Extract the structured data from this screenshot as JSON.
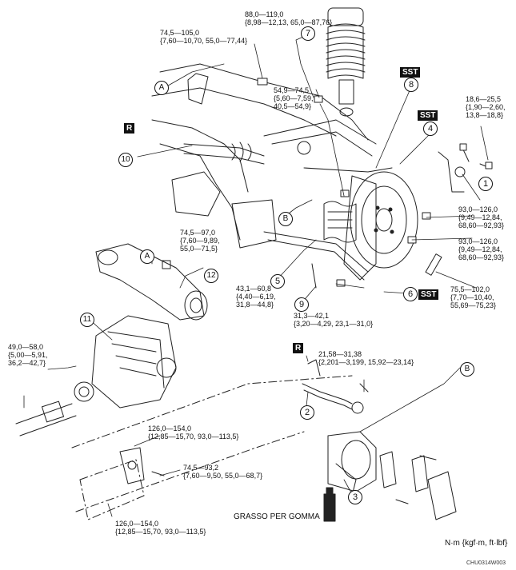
{
  "torques": [
    {
      "id": "t1",
      "text": "88,0—119,0\n{8,98—12,13, 65,0—87,76}"
    },
    {
      "id": "t2",
      "text": "74,5—105,0\n{7,60—10,70, 55,0—77,44}"
    },
    {
      "id": "t3",
      "text": "54,9—74,5\n{5,60—7,59,\n40,5—54,9}"
    },
    {
      "id": "t4",
      "text": "18,6—25,5\n{1,90—2,60,\n13,8—18,8}"
    },
    {
      "id": "t5",
      "text": "93,0—126,0\n{9,49—12,84,\n68,60—92,93}"
    },
    {
      "id": "t6",
      "text": "93,0—126,0\n{9,49—12,84,\n68,60—92,93}"
    },
    {
      "id": "t7",
      "text": "74,5—97,0\n{7,60—9,89,\n55,0—71,5}"
    },
    {
      "id": "t8",
      "text": "43,1—60,8\n{4,40—6,19,\n31,8—44,8}"
    },
    {
      "id": "t9",
      "text": "31,3—42,1\n{3,20—4,29, 23,1—31,0}"
    },
    {
      "id": "t10",
      "text": "75,5—102,0\n{7,70—10,40,\n55,69—75,23}"
    },
    {
      "id": "t11",
      "text": "49,0—58,0\n{5,00—5,91,\n36,2—42,7}"
    },
    {
      "id": "t12",
      "text": "21,58—31,38\n{2,201—3,199, 15,92—23,14}"
    },
    {
      "id": "t13",
      "text": "126,0—154,0\n{12,85—15,70, 93,0—113,5}"
    },
    {
      "id": "t14",
      "text": "74,5—93,2\n{7,60—9,50, 55,0—68,7}"
    },
    {
      "id": "t15",
      "text": "126,0—154,0\n{12,85—15,70, 93,0—113,5}"
    }
  ],
  "numbers": [
    "1",
    "2",
    "3",
    "4",
    "5",
    "6",
    "7",
    "8",
    "9",
    "10",
    "11",
    "12"
  ],
  "letters": {
    "a1": "A",
    "a2": "A",
    "b1": "B",
    "b2": "B"
  },
  "tags": {
    "sst1": "SST",
    "sst2": "SST",
    "sst3": "SST",
    "r1": "R",
    "r2": "R"
  },
  "caption_grease": "GRASSO PER GOMMA",
  "units": "N·m {kgf·m, ft·lbf}",
  "figure_code": "CHU0314W003"
}
